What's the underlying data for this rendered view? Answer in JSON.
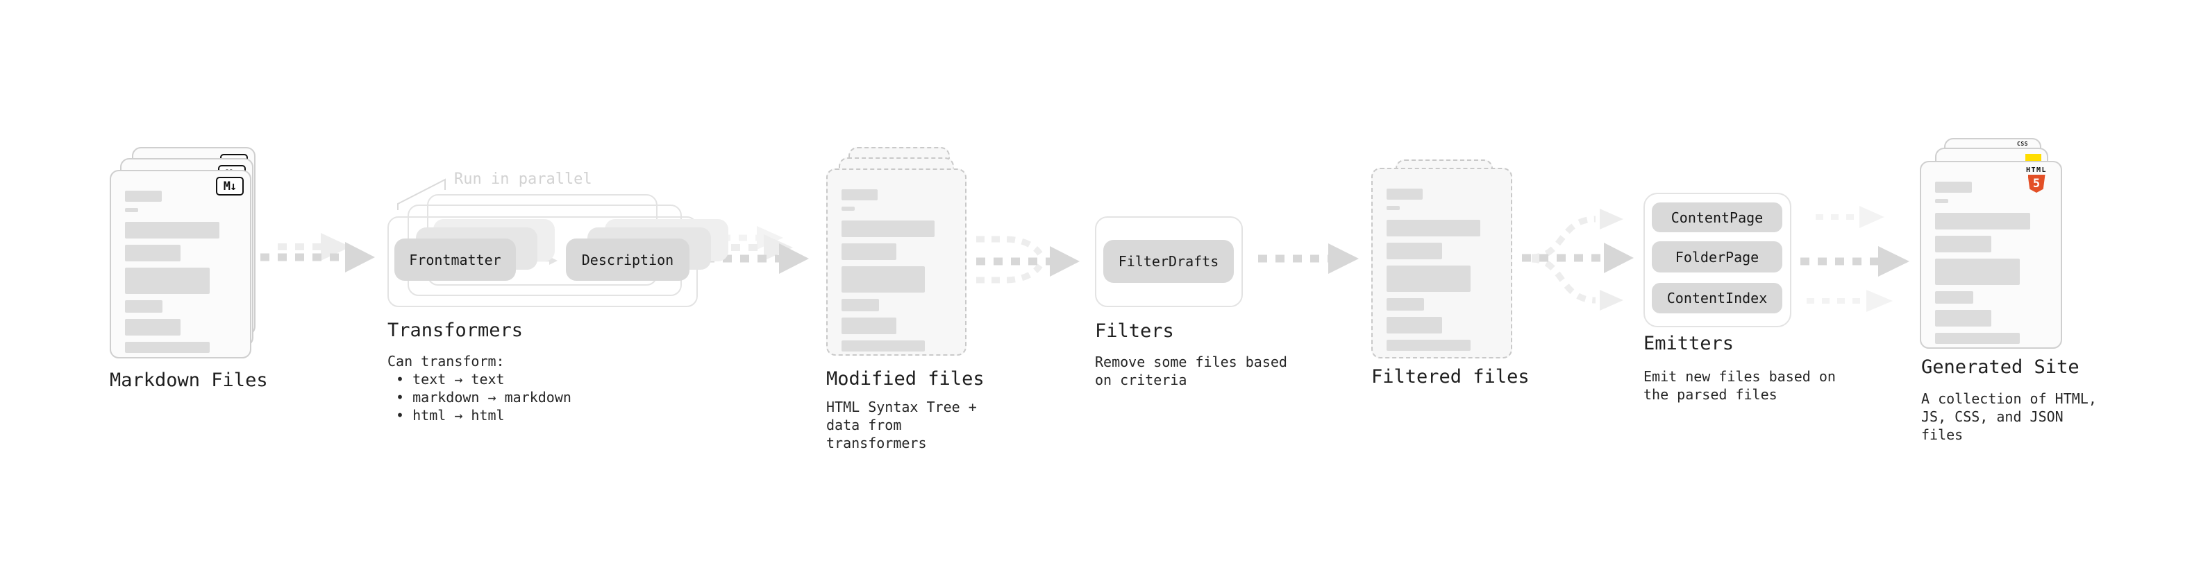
{
  "colors": {
    "ink": "#1f1f1f",
    "muted-annotation": "#d2d2d2",
    "doc-bar": "#dcdcdc",
    "pill-fill": "#d9d9d9",
    "pill-ghost-mid": "#e6e6e6",
    "pill-ghost-back": "#efefef",
    "card-border": "#cfcfcf",
    "card-fill": "#fbfbfb",
    "dashed-border": "#c9c9c9",
    "dashed-fill": "#f7f7f7",
    "box-border": "#e3e3e3",
    "arrow-dark": "#d7d7d7",
    "arrow-light": "#ededed",
    "arrow-xlight": "#f3f3f3",
    "html5-orange": "#e34f26",
    "js-yellow": "#ffdd00",
    "css-blue": "#1a6bf0"
  },
  "stages": {
    "markdown_files": {
      "label": "Markdown Files",
      "badge": "M↓"
    },
    "transformers": {
      "label": "Transformers",
      "annotation": "Run in parallel",
      "pill_left": "Frontmatter",
      "pill_right": "Description",
      "desc": "Can transform:\n • text → text\n • markdown → markdown\n • html → html"
    },
    "modified_files": {
      "label": "Modified files",
      "desc": "HTML Syntax Tree +\ndata from transformers"
    },
    "filters": {
      "label": "Filters",
      "pill": "FilterDrafts",
      "desc": "Remove some files based\non criteria"
    },
    "filtered_files": {
      "label": "Filtered files"
    },
    "emitters": {
      "label": "Emitters",
      "pills": [
        "ContentPage",
        "FolderPage",
        "ContentIndex"
      ],
      "desc": "Emit new files based on\nthe parsed files"
    },
    "generated_site": {
      "label": "Generated Site",
      "desc": "A collection of HTML,\nJS, CSS, and JSON files",
      "badge_html": "HTML",
      "badge_five": "5",
      "badge_css": "CSS"
    }
  }
}
